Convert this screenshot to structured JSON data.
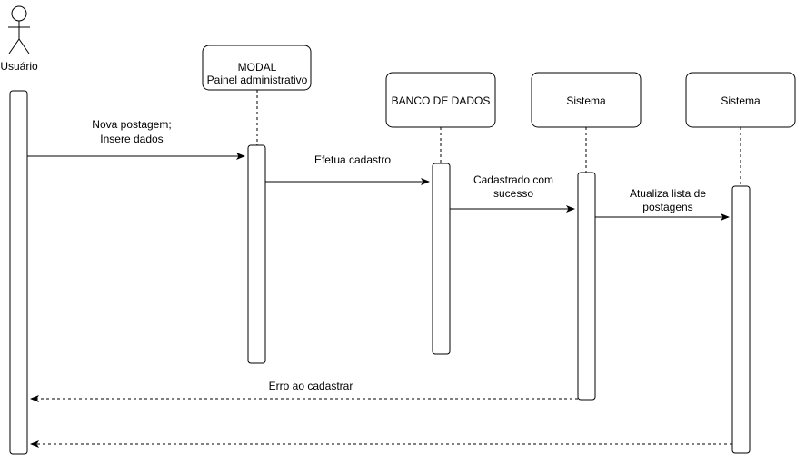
{
  "actor": {
    "label": "Usuário"
  },
  "participants": [
    {
      "id": "modal",
      "lines": [
        "MODAL",
        "Painel administrativo"
      ]
    },
    {
      "id": "db",
      "lines": [
        "BANCO DE DADOS"
      ]
    },
    {
      "id": "sys1",
      "lines": [
        "Sistema"
      ]
    },
    {
      "id": "sys2",
      "lines": [
        "Sistema"
      ]
    }
  ],
  "messages": [
    {
      "id": "m1",
      "lines": [
        "Nova postagem;",
        "Insere dados"
      ],
      "style": "solid"
    },
    {
      "id": "m2",
      "lines": [
        "Efetua cadastro"
      ],
      "style": "solid"
    },
    {
      "id": "m3",
      "lines": [
        "Cadastrado com",
        "sucesso"
      ],
      "style": "solid"
    },
    {
      "id": "m4",
      "lines": [
        "Atualiza lista de",
        "postagens"
      ],
      "style": "solid"
    },
    {
      "id": "m5",
      "lines": [
        "Erro ao cadastrar"
      ],
      "style": "dashed"
    },
    {
      "id": "m6",
      "lines": [
        ""
      ],
      "style": "dashed"
    }
  ],
  "colors": {
    "stroke": "#000000",
    "fill": "#ffffff"
  }
}
